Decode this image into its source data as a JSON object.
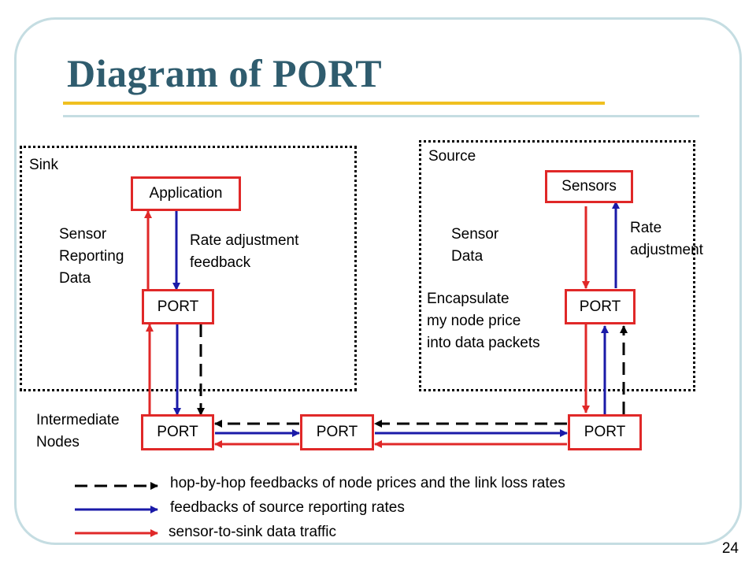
{
  "title": "Diagram of PORT",
  "regions": {
    "sink": "Sink",
    "source": "Source"
  },
  "nodes": {
    "application": "Application",
    "sensors": "Sensors",
    "sink_port": "PORT",
    "source_port": "PORT",
    "inter_port_1": "PORT",
    "inter_port_2": "PORT",
    "inter_port_3": "PORT"
  },
  "labels": {
    "sensor_reporting_data": "Sensor\nReporting\nData",
    "rate_adjustment_feedback": "Rate adjustment\nfeedback",
    "sensor_data": "Sensor\nData",
    "rate_adjustment": "Rate\nadjustment",
    "encapsulate": "Encapsulate\nmy node price\ninto data packets",
    "intermediate_nodes": "Intermediate\nNodes"
  },
  "legend": [
    {
      "style": "dashed",
      "color": "#000000",
      "text": "hop-by-hop feedbacks of node prices and the link loss rates"
    },
    {
      "style": "solid",
      "color": "#1a1aa8",
      "text": "feedbacks of source reporting rates"
    },
    {
      "style": "solid",
      "color": "#e02828",
      "text": "sensor-to-sink data traffic"
    }
  ],
  "page_number": "24",
  "colors": {
    "red": "#e02828",
    "blue": "#1a1aa8",
    "black": "#000000",
    "title": "#2f5c6e",
    "gold_rule": "#f0c020",
    "frame": "#c5dde2"
  }
}
